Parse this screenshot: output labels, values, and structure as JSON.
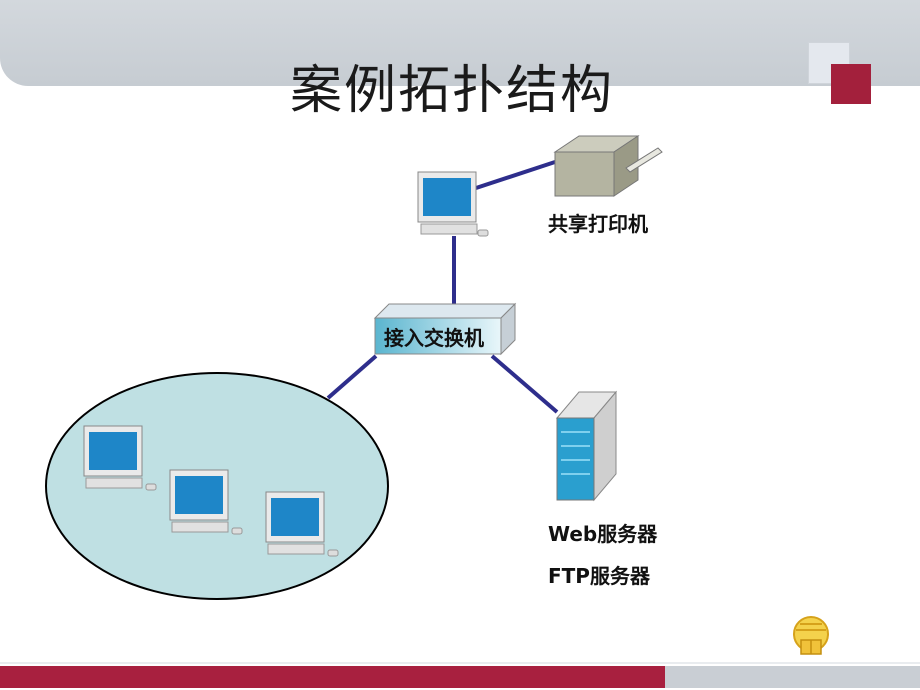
{
  "title": "案例拓扑结构",
  "nodes": {
    "printer_label": "共享打印机",
    "switch_label": "接入交换机",
    "server_labels": [
      "Web服务器",
      "FTP服务器"
    ]
  },
  "colors": {
    "link": "#2e2e8c",
    "cloud_fill": "#bfe0e3",
    "accent_red": "#a8203f",
    "header_gray": "#ccd2d8"
  }
}
